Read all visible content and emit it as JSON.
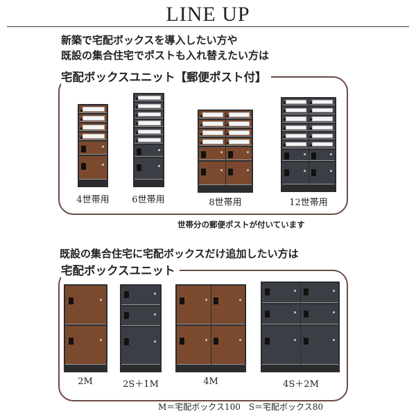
{
  "title": "LINE UP",
  "section1": {
    "lead_lines": [
      "新築で宅配ボックスを導入したい方や",
      "既設の集合住宅でポストも入れ替えたい方は"
    ],
    "subtitle": "宅配ボックスユニット【郵便ポスト付】",
    "note": "世帯分の郵便ポストが付いています",
    "products": [
      {
        "label": "4世帯用",
        "finish": "wood",
        "columns": [
          [
            "post",
            "post",
            "post",
            "post",
            "S",
            "M"
          ]
        ]
      },
      {
        "label": "6世帯用",
        "finish": "dark",
        "columns": [
          [
            "post",
            "post",
            "post",
            "post",
            "post",
            "post",
            "S",
            "M"
          ]
        ]
      },
      {
        "label": "8世帯用",
        "finish": "wood",
        "columns": [
          [
            "post",
            "post",
            "post",
            "post",
            "S",
            "M"
          ],
          [
            "post",
            "post",
            "post",
            "post",
            "S",
            "M"
          ]
        ]
      },
      {
        "label": "12世帯用",
        "finish": "dark",
        "columns": [
          [
            "post",
            "post",
            "post",
            "post",
            "post",
            "post",
            "S",
            "M"
          ],
          [
            "post",
            "post",
            "post",
            "post",
            "post",
            "post",
            "S",
            "M"
          ]
        ]
      }
    ]
  },
  "section2": {
    "lead": "既設の集合住宅に宅配ボックスだけ追加したい方は",
    "subtitle": "宅配ボックスユニット",
    "products": [
      {
        "label": "2M",
        "finish": "wood",
        "columns": [
          [
            "M",
            "M"
          ]
        ]
      },
      {
        "label": "2S＋1M",
        "finish": "dark",
        "columns": [
          [
            "S",
            "S",
            "M"
          ]
        ]
      },
      {
        "label": "4M",
        "finish": "wood",
        "columns": [
          [
            "M",
            "M"
          ],
          [
            "M",
            "M"
          ]
        ]
      },
      {
        "label": "4S＋2M",
        "finish": "dark",
        "columns": [
          [
            "S",
            "S",
            "M"
          ],
          [
            "S",
            "S",
            "M"
          ]
        ]
      }
    ],
    "legend": "M＝宅配ボックス100　S＝宅配ボックス80"
  },
  "colors": {
    "wood": "#7b4a2e",
    "dark": "#3b3e44",
    "frame": "#6b4a45"
  }
}
